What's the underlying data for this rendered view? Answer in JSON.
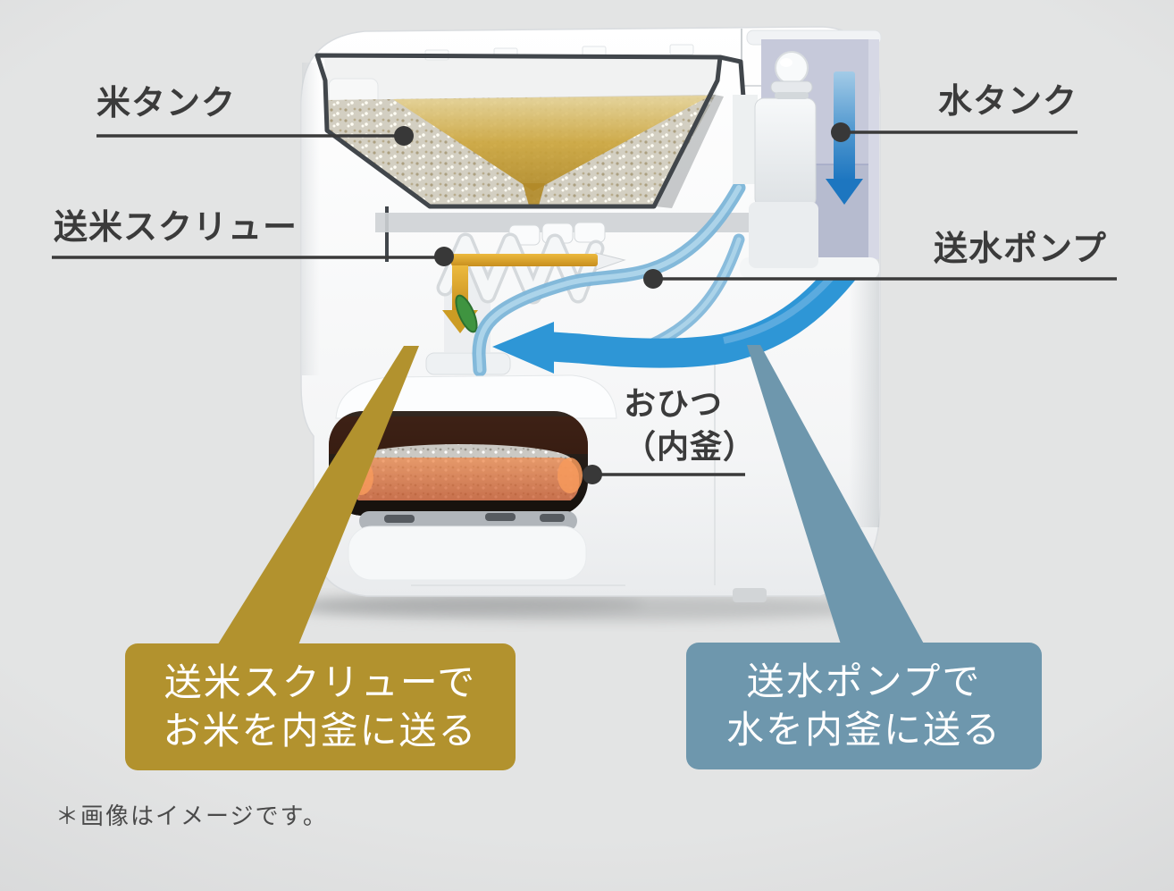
{
  "figure": {
    "type": "rice-cooker-cutaway-diagram",
    "note": "＊画像はイメージです。"
  },
  "labels": {
    "rice_tank": "米タンク",
    "rice_screw": "送米スクリュー",
    "water_tank": "水タンク",
    "water_pump": "送水ポンプ",
    "inner_pot": {
      "line1": "おひつ",
      "line2": "（内釜）"
    }
  },
  "callouts": {
    "rice": {
      "line1": "送米スクリューで",
      "line2": "お米を内釜に送る",
      "color": "#b2922e"
    },
    "water": {
      "line1": "送水ポンプで",
      "line2": "水を内釜に送る",
      "color": "#6e97ad"
    }
  },
  "colors": {
    "background": "#dedede",
    "label_text": "#3b3b3b",
    "pointer_line": "#3a3a3a",
    "callout_text": "#ffffff",
    "rice_flow_gold": "#cfa028",
    "water_flow_blue": "#2e96d6",
    "tank_arrow_blue": "#1d76c0"
  }
}
